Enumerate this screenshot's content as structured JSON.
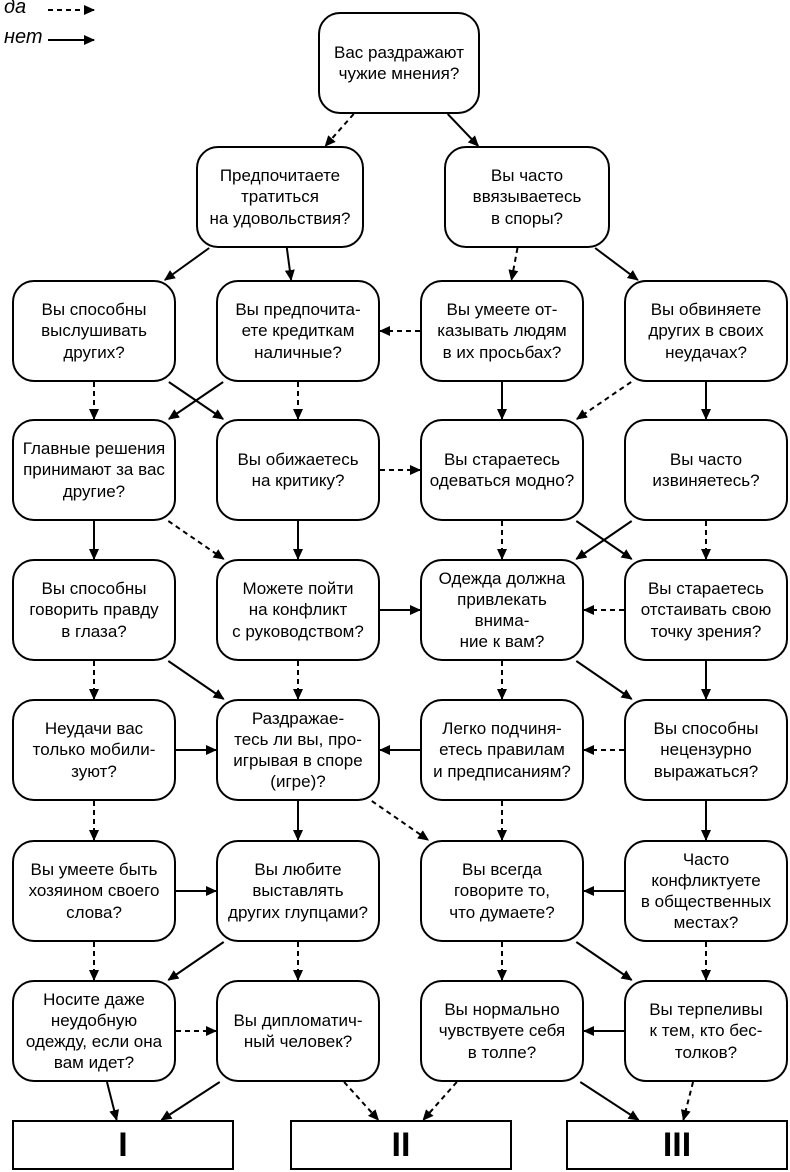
{
  "legend": {
    "yes_label": "да",
    "no_label": "нет"
  },
  "nodes": [
    {
      "id": "n0",
      "text": "Вас раздражают\nчужие мнения?"
    },
    {
      "id": "n1",
      "text": "Предпочитаете\nтратиться\nна удовольствия?"
    },
    {
      "id": "n2",
      "text": "Вы часто\nввязываетесь\nв споры?"
    },
    {
      "id": "n3",
      "text": "Вы способны\nвыслушивать\nдругих?"
    },
    {
      "id": "n4",
      "text": "Вы предпочита-\nете кредиткам\nналичные?"
    },
    {
      "id": "n5",
      "text": "Вы умеете от-\nказывать людям\nв их просьбах?"
    },
    {
      "id": "n6",
      "text": "Вы обвиняете\nдругих в своих\nнеудачах?"
    },
    {
      "id": "n7",
      "text": "Главные решения\nпринимают за вас\nдругие?"
    },
    {
      "id": "n8",
      "text": "Вы обижаетесь\nна критику?"
    },
    {
      "id": "n9",
      "text": "Вы стараетесь\nодеваться модно?"
    },
    {
      "id": "n10",
      "text": "Вы часто\nизвиняетесь?"
    },
    {
      "id": "n11",
      "text": "Вы способны\nговорить правду\nв глаза?"
    },
    {
      "id": "n12",
      "text": "Можете пойти\nна конфликт\nс руководством?"
    },
    {
      "id": "n13",
      "text": "Одежда должна\nпривлекать внима-\nние к вам?"
    },
    {
      "id": "n14",
      "text": "Вы стараетесь\nотстаивать свою\nточку зрения?"
    },
    {
      "id": "n15",
      "text": "Неудачи вас\nтолько мобили-\nзуют?"
    },
    {
      "id": "n16",
      "text": "Раздражае-\nтесь ли вы, про-\nигрывая в споре\n(игре)?"
    },
    {
      "id": "n17",
      "text": "Легко подчиня-\nетесь правилам\nи предписаниям?"
    },
    {
      "id": "n18",
      "text": "Вы способны\nнецензурно\nвыражаться?"
    },
    {
      "id": "n19",
      "text": "Вы умеете быть\nхозяином своего\nслова?"
    },
    {
      "id": "n20",
      "text": "Вы любите\nвыставлять\nдругих глупцами?"
    },
    {
      "id": "n21",
      "text": "Вы всегда\nговорите то,\nчто думаете?"
    },
    {
      "id": "n22",
      "text": "Часто\nконфликтуете\nв общественных\nместах?"
    },
    {
      "id": "n23",
      "text": "Носите даже\nнеудобную\nодежду, если она\nвам идет?"
    },
    {
      "id": "n24",
      "text": "Вы дипломатич-\nный человек?"
    },
    {
      "id": "n25",
      "text": "Вы нормально\nчувствуете себя\nв толпе?"
    },
    {
      "id": "n26",
      "text": "Вы терпеливы\nк тем, кто бес-\nтолков?"
    }
  ],
  "results": [
    {
      "id": "r1",
      "label": "I"
    },
    {
      "id": "r2",
      "label": "II"
    },
    {
      "id": "r3",
      "label": "III"
    }
  ],
  "edges": [
    {
      "from": "n0",
      "to": "n1",
      "kind": "yes"
    },
    {
      "from": "n0",
      "to": "n2",
      "kind": "no"
    },
    {
      "from": "n1",
      "to": "n3",
      "kind": "no"
    },
    {
      "from": "n1",
      "to": "n4",
      "kind": "no"
    },
    {
      "from": "n2",
      "to": "n5",
      "kind": "yes"
    },
    {
      "from": "n2",
      "to": "n6",
      "kind": "no"
    },
    {
      "from": "n5",
      "to": "n4",
      "kind": "yes"
    },
    {
      "from": "n3",
      "to": "n7",
      "kind": "yes"
    },
    {
      "from": "n3",
      "to": "n8",
      "kind": "no"
    },
    {
      "from": "n4",
      "to": "n7",
      "kind": "no"
    },
    {
      "from": "n4",
      "to": "n8",
      "kind": "yes"
    },
    {
      "from": "n5",
      "to": "n9",
      "kind": "no"
    },
    {
      "from": "n6",
      "to": "n9",
      "kind": "yes"
    },
    {
      "from": "n6",
      "to": "n10",
      "kind": "no"
    },
    {
      "from": "n8",
      "to": "n9",
      "kind": "yes"
    },
    {
      "from": "n7",
      "to": "n11",
      "kind": "no"
    },
    {
      "from": "n7",
      "to": "n12",
      "kind": "yes"
    },
    {
      "from": "n8",
      "to": "n12",
      "kind": "no"
    },
    {
      "from": "n9",
      "to": "n13",
      "kind": "yes"
    },
    {
      "from": "n9",
      "to": "n14",
      "kind": "no"
    },
    {
      "from": "n10",
      "to": "n14",
      "kind": "yes"
    },
    {
      "from": "n10",
      "to": "n13",
      "kind": "no"
    },
    {
      "from": "n12",
      "to": "n13",
      "kind": "no"
    },
    {
      "from": "n14",
      "to": "n13",
      "kind": "yes"
    },
    {
      "from": "n11",
      "to": "n15",
      "kind": "yes"
    },
    {
      "from": "n11",
      "to": "n16",
      "kind": "no"
    },
    {
      "from": "n12",
      "to": "n16",
      "kind": "yes"
    },
    {
      "from": "n13",
      "to": "n17",
      "kind": "yes"
    },
    {
      "from": "n13",
      "to": "n18",
      "kind": "no"
    },
    {
      "from": "n14",
      "to": "n18",
      "kind": "no"
    },
    {
      "from": "n17",
      "to": "n16",
      "kind": "no"
    },
    {
      "from": "n18",
      "to": "n17",
      "kind": "yes"
    },
    {
      "from": "n15",
      "to": "n16",
      "kind": "no"
    },
    {
      "from": "n15",
      "to": "n19",
      "kind": "yes"
    },
    {
      "from": "n16",
      "to": "n20",
      "kind": "no"
    },
    {
      "from": "n16",
      "to": "n21",
      "kind": "yes"
    },
    {
      "from": "n17",
      "to": "n21",
      "kind": "yes"
    },
    {
      "from": "n18",
      "to": "n22",
      "kind": "no"
    },
    {
      "from": "n19",
      "to": "n20",
      "kind": "no"
    },
    {
      "from": "n22",
      "to": "n21",
      "kind": "no"
    },
    {
      "from": "n19",
      "to": "n23",
      "kind": "yes"
    },
    {
      "from": "n20",
      "to": "n23",
      "kind": "no"
    },
    {
      "from": "n20",
      "to": "n24",
      "kind": "yes"
    },
    {
      "from": "n21",
      "to": "n25",
      "kind": "yes"
    },
    {
      "from": "n21",
      "to": "n26",
      "kind": "no"
    },
    {
      "from": "n22",
      "to": "n26",
      "kind": "yes"
    },
    {
      "from": "n23",
      "to": "n24",
      "kind": "yes"
    },
    {
      "from": "n26",
      "to": "n25",
      "kind": "no"
    },
    {
      "from": "n23",
      "to": "r1",
      "kind": "no"
    },
    {
      "from": "n24",
      "to": "r1",
      "kind": "no"
    },
    {
      "from": "n24",
      "to": "r2",
      "kind": "yes"
    },
    {
      "from": "n25",
      "to": "r2",
      "kind": "yes"
    },
    {
      "from": "n25",
      "to": "r3",
      "kind": "no"
    },
    {
      "from": "n26",
      "to": "r3",
      "kind": "yes"
    }
  ]
}
